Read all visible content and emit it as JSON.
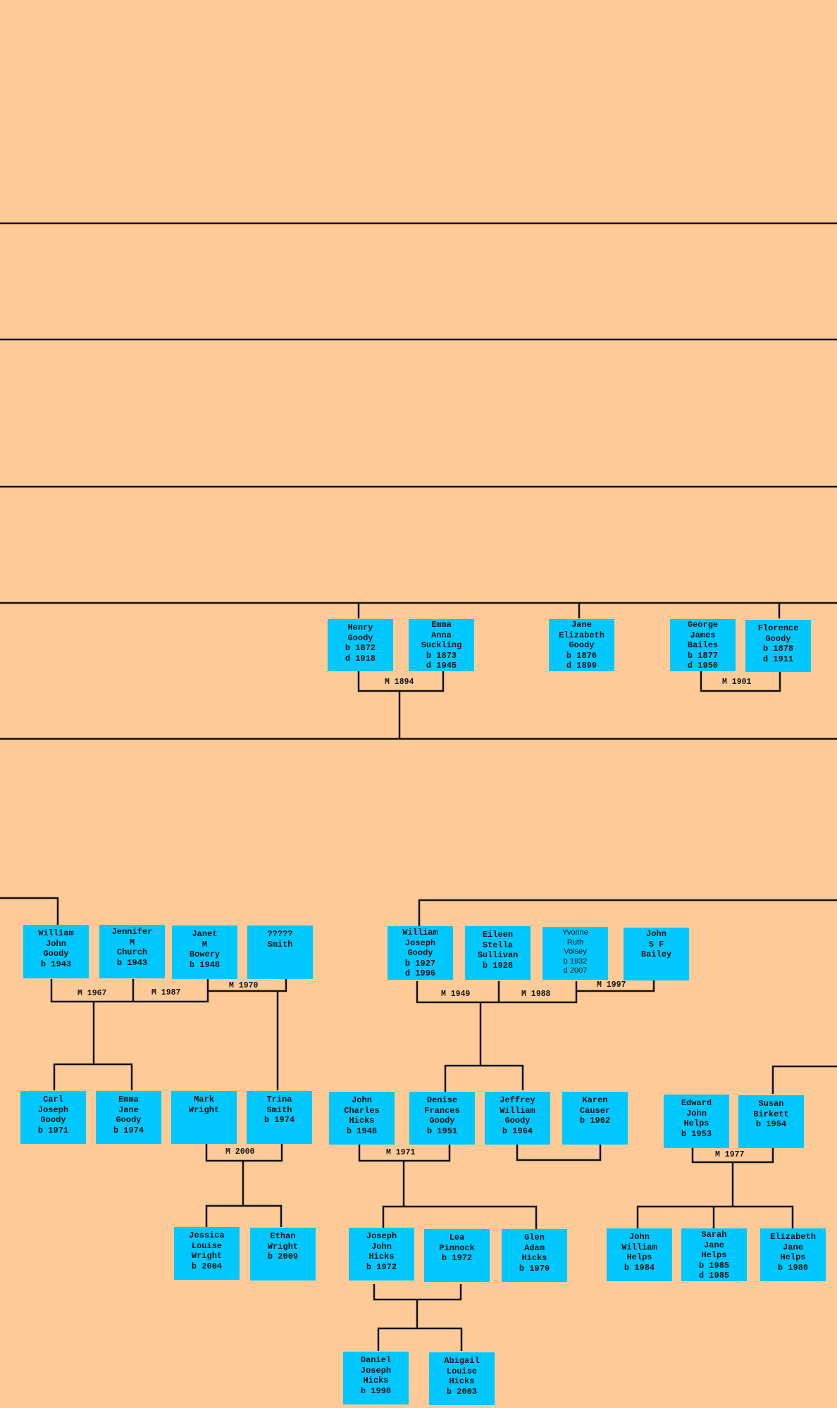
{
  "colors": {
    "background": "#fdca98",
    "person_box": "#00c8ff",
    "line": "#111111"
  },
  "people": {
    "henry": [
      "Henry",
      "Goody",
      "b 1872",
      "d 1918"
    ],
    "emma_anna": [
      "Emma",
      "Anna",
      "Suckling",
      "b 1873",
      "d 1945"
    ],
    "jane_elizabeth": [
      "Jane",
      "Elizabeth",
      "Goody",
      "b 1876",
      "d 1899"
    ],
    "george": [
      "George",
      "James",
      "Bailes",
      "b 1877",
      "d 1950"
    ],
    "florence": [
      "Florence",
      "Goody",
      "b 1878",
      "d 1911"
    ],
    "william_john": [
      "William",
      "John",
      "Goody",
      "b 1943"
    ],
    "jennifer": [
      "Jennifer",
      "M",
      "Church",
      "b 1943"
    ],
    "janet": [
      "Janet",
      "M",
      "Bowery",
      "b 1948"
    ],
    "unknown_smith": [
      "?????",
      "Smith"
    ],
    "william_joseph": [
      "William",
      "Joseph",
      "Goody",
      "b 1927",
      "d 1996"
    ],
    "eileen": [
      "Eileen",
      "Stella",
      "Sullivan",
      "b 1928"
    ],
    "yvonne": [
      "Yvonne",
      "Ruth",
      "Voisey",
      "b 1932",
      "d 2007"
    ],
    "john_bailey": [
      "John",
      "S F",
      "Bailey"
    ],
    "carl": [
      "Carl",
      "Joseph",
      "Goody",
      "b 1971"
    ],
    "emma_jane": [
      "Emma",
      "Jane",
      "Goody",
      "b 1974"
    ],
    "mark": [
      "Mark",
      "Wright"
    ],
    "trina": [
      "Trina",
      "Smith",
      "b 1974"
    ],
    "john_charles": [
      "John",
      "Charles",
      "Hicks",
      "b 1948"
    ],
    "denise": [
      "Denise",
      "Frances",
      "Goody",
      "b 1951"
    ],
    "jeffrey": [
      "Jeffrey",
      "William",
      "Goody",
      "b 1964"
    ],
    "karen": [
      "Karen",
      "Causer",
      "b 1962"
    ],
    "edward": [
      "Edward",
      "John",
      "Helps",
      "b 1953"
    ],
    "susan": [
      "Susan",
      "Birkett",
      "b 1954"
    ],
    "jessica": [
      "Jessica",
      "Louise",
      "Wright",
      "b 2004"
    ],
    "ethan": [
      "Ethan",
      "Wright",
      "b 2009"
    ],
    "joseph": [
      "Joseph",
      "John",
      "Hicks",
      "b 1972"
    ],
    "lea": [
      "Lea",
      "Pinnock",
      "b 1972"
    ],
    "glen": [
      "Glen",
      "Adam",
      "Hicks",
      "b 1979"
    ],
    "john_william": [
      "John",
      "William",
      "Helps",
      "b 1984"
    ],
    "sarah": [
      "Sarah",
      "Jane",
      "Helps",
      "b 1985",
      "d 1985"
    ],
    "elizabeth": [
      "Elizabeth",
      "Jane",
      "Helps",
      "b 1986"
    ],
    "daniel": [
      "Daniel",
      "Joseph",
      "Hicks",
      "b 1998"
    ],
    "abigail": [
      "Abigail",
      "Louise",
      "Hicks",
      "b 2003"
    ]
  },
  "marriages": {
    "m1894": "M 1894",
    "m1901": "M 1901",
    "m1967": "M 1967",
    "m1987": "M 1987",
    "m1970": "M 1970",
    "m1949": "M 1949",
    "m1988": "M 1988",
    "m1997": "M 1997",
    "m2000": "M 2000",
    "m1971": "M 1971",
    "m1977": "M 1977"
  }
}
